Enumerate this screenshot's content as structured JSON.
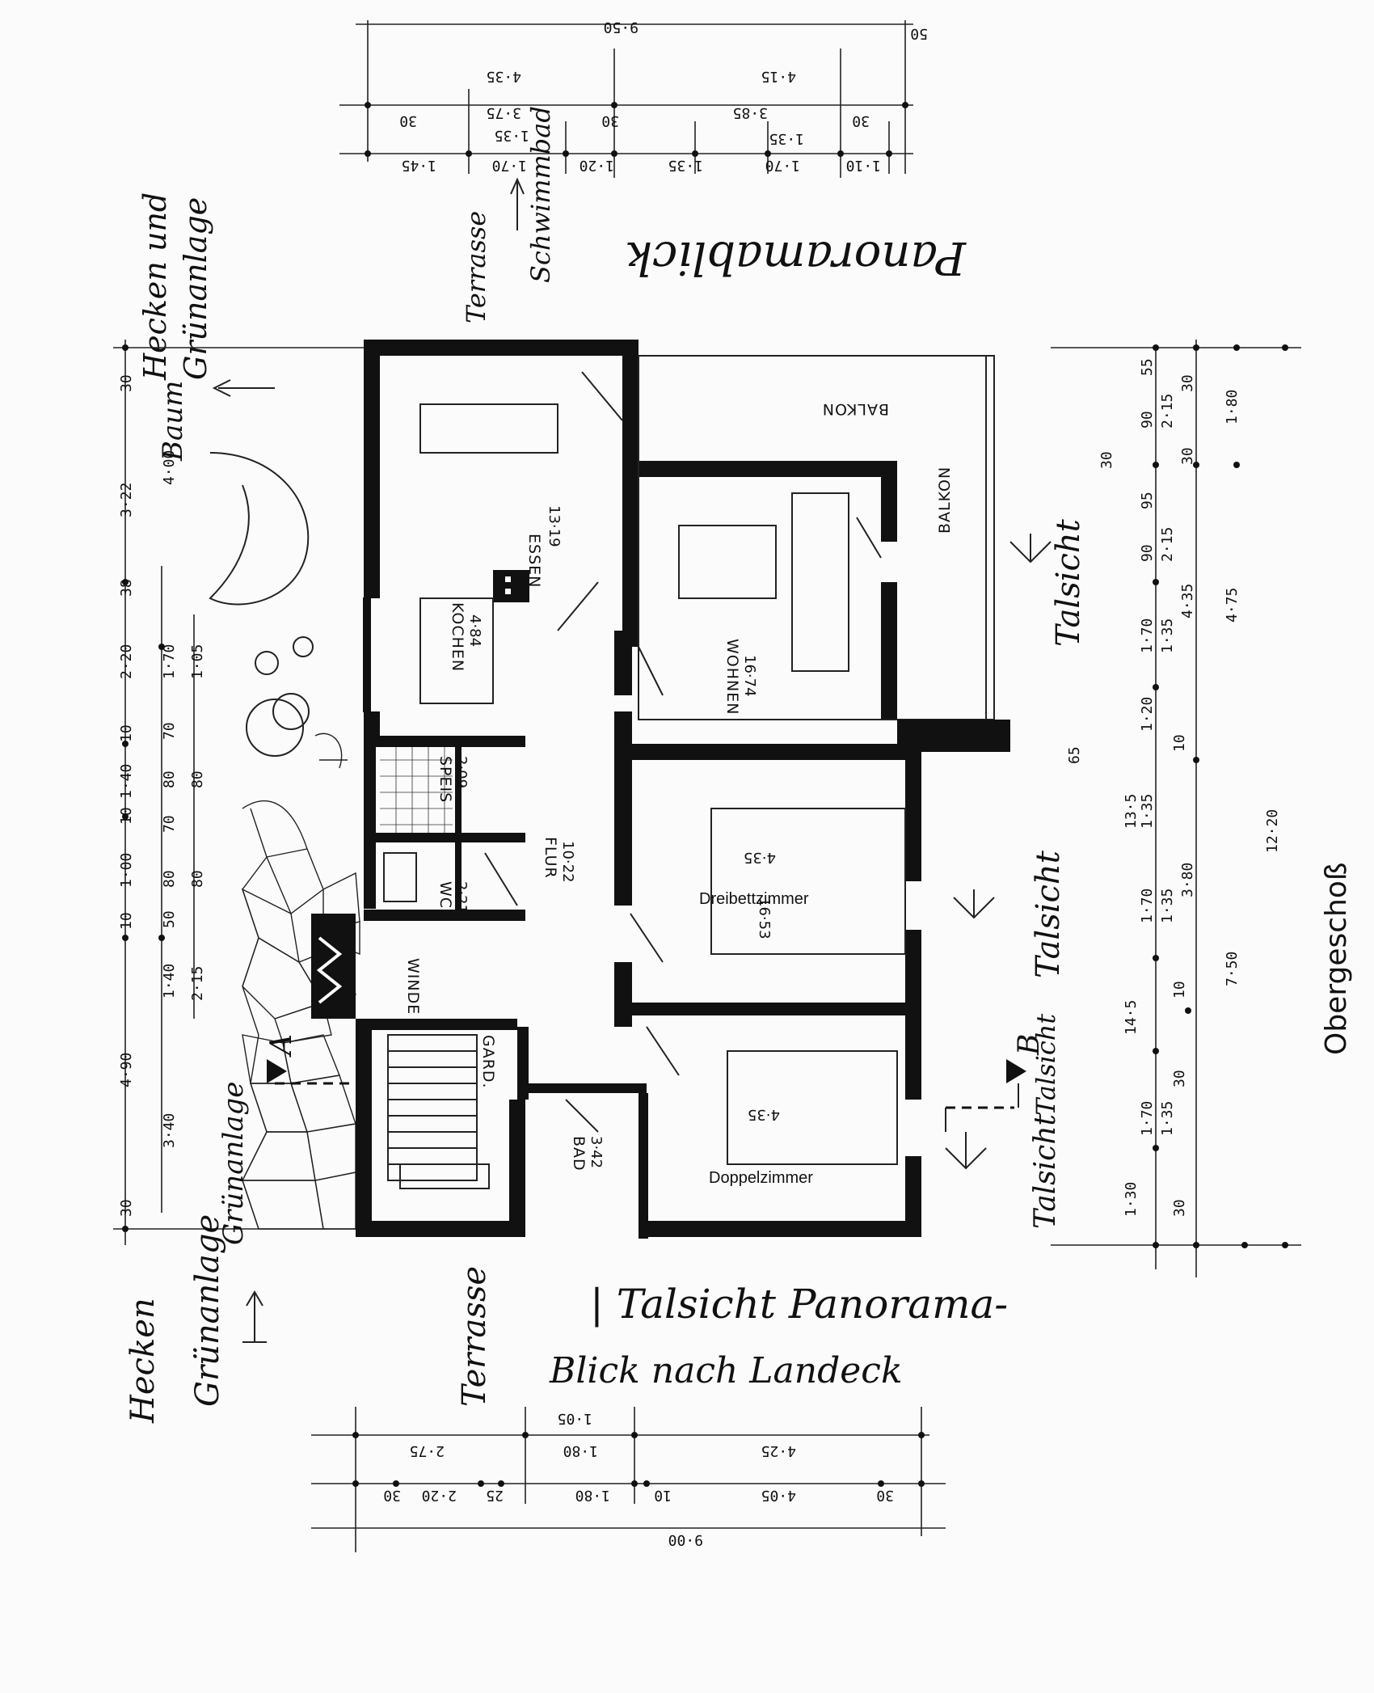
{
  "title": "Obergeschoß",
  "rooms": {
    "essen": {
      "name": "ESSEN",
      "area": "13·19"
    },
    "kochen": {
      "name": "KOCHEN",
      "area": "4·84"
    },
    "wohnen": {
      "name": "WOHNEN",
      "area": "16·74"
    },
    "balkon_top": {
      "name": "BALKON"
    },
    "balkon_side": {
      "name": "BALKON"
    },
    "speis": {
      "name": "SPEIS",
      "area": "2·09"
    },
    "wc": {
      "name": "WC",
      "area": "2·21"
    },
    "flur": {
      "name": "FLUR",
      "area": "10·22"
    },
    "winde": {
      "name": "WINDE"
    },
    "gard": {
      "name": "GARD."
    },
    "bad": {
      "name": "BAD",
      "area": "3·42"
    },
    "dreibett": {
      "name": "Dreibettzimmer",
      "area": "16·53",
      "width": "4·35"
    },
    "doppel": {
      "name": "Doppelzimmer",
      "width": "4·35"
    }
  },
  "handwritten": {
    "panorama": "Panoramablick",
    "schwimmbad": "Schwimmbad",
    "terrasse_top": "Terrasse",
    "hecken_top": "Hecken und",
    "gruenanlage_top": "Grünanlage",
    "baum": "Baum",
    "talsicht_1": "Talsicht",
    "talsicht_2": "Talsicht",
    "talsicht_3": "Talsicht",
    "talsicht_4": "Talsicht",
    "talsicht_bottom": "| Talsicht Panorama-",
    "blick_bottom": "Blick nach Landeck",
    "terrasse_bottom": "Terrasse",
    "hecken_bottom": "Hecken",
    "gruenanlage_bottom": "Grünanlage"
  },
  "section_marks": {
    "a": "A",
    "b": "B"
  },
  "dimensions": {
    "top_row1": [
      "9·50",
      "50"
    ],
    "top_row2": [
      "4·35",
      "4·15"
    ],
    "top_row3": [
      "30",
      "3·75",
      "30",
      "3·85",
      "30"
    ],
    "top_row3b": [
      "1·35",
      "1·35"
    ],
    "top_row4": [
      "1·45",
      "1·70",
      "1·20",
      "1·35",
      "1·70",
      "1·10"
    ],
    "left_col1": [
      "30",
      "3·22",
      "38",
      "2·20",
      "10",
      "1·40",
      "10",
      "1·00",
      "10",
      "4·90",
      "30"
    ],
    "left_col2": [
      "4·00",
      "1·70",
      "70",
      "80",
      "70",
      "80",
      "50",
      "1·40",
      "3·40"
    ],
    "left_col3": [
      "1·05",
      "80",
      "80",
      "2·15"
    ],
    "right_col1": [
      "30",
      "65",
      "13·5",
      "14·5",
      "1·30"
    ],
    "right_col2": [
      "90",
      "95",
      "90",
      "1·70",
      "1·20",
      "1·35",
      "1·70",
      "1·70"
    ],
    "right_col3": [
      "55",
      "2·15",
      "30",
      "2·15",
      "1·35",
      "10",
      "1·35",
      "10",
      "30",
      "1·35",
      "30"
    ],
    "right_col4": [
      "30",
      "4·35",
      "3·80"
    ],
    "right_col5": [
      "1·80",
      "4·75",
      "12·20",
      "7·50"
    ],
    "bottom_row1": [
      "1·05"
    ],
    "bottom_row2": [
      "2·75",
      "1·80",
      "4·25"
    ],
    "bottom_row3": [
      "30",
      "2·20",
      "25",
      "1·80",
      "10",
      "4·05",
      "30"
    ],
    "bottom_row4": [
      "9·00"
    ]
  }
}
